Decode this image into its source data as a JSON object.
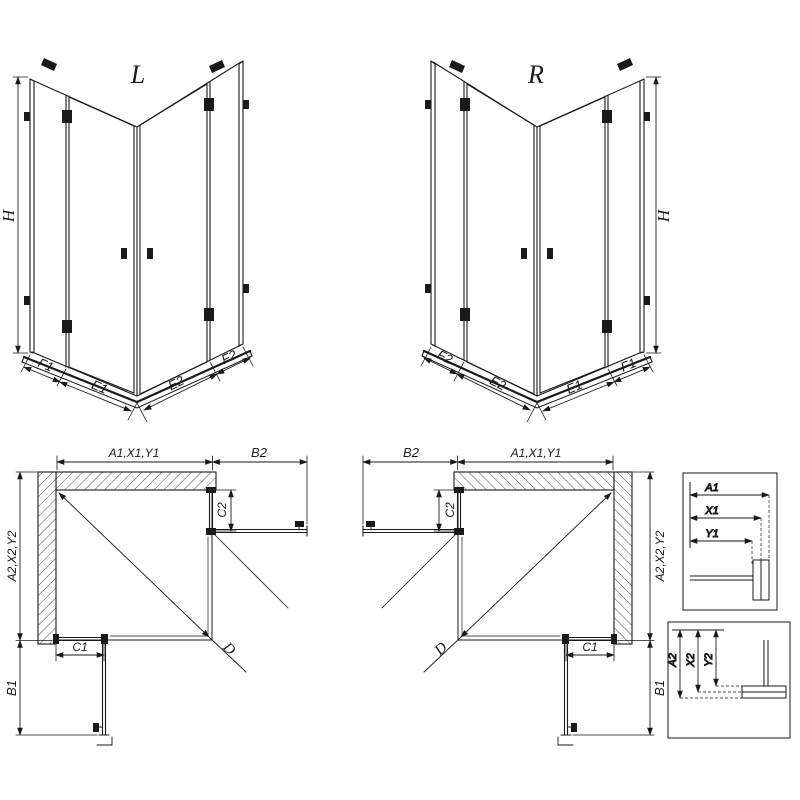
{
  "views": {
    "left": {
      "title": "L"
    },
    "right": {
      "title": "R"
    }
  },
  "dims": {
    "h": "H",
    "f1": "F1",
    "e1": "E1",
    "e2": "E2",
    "f2": "F2",
    "a1x1y1": "A1,X1,Y1",
    "b2": "B2",
    "a2x2y2": "A2,X2,Y2",
    "b1": "B1",
    "c1": "C1",
    "c2": "C2",
    "d": "D",
    "a1": "A1",
    "x1": "X1",
    "y1": "Y1",
    "a2": "A2",
    "x2": "X2",
    "y2": "Y2"
  },
  "colors": {
    "line": "#1a1a1a",
    "background": "#ffffff"
  }
}
